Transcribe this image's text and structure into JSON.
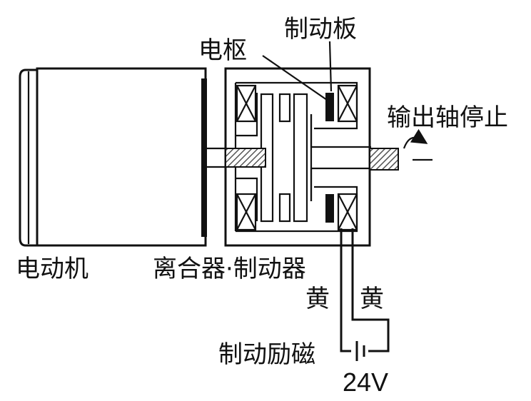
{
  "labels": {
    "motor": "电动机",
    "clutch_brake": "离合器·制动器",
    "armature": "电枢",
    "brake_plate": "制动板",
    "output_shaft_stop": "输出轴停止",
    "wire_left": "黄",
    "wire_right": "黄",
    "brake_excitation": "制动励磁",
    "voltage": "24V"
  }
}
